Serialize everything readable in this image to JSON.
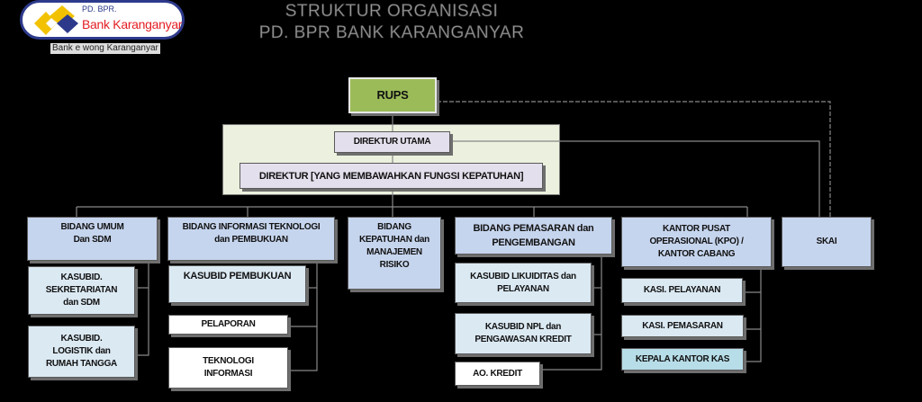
{
  "logo": {
    "line1": "PD. BPR.",
    "line2": "Bank Karanganyar",
    "tagline": "Bank e wong Karanganyar"
  },
  "title": {
    "line1": "STRUKTUR ORGANISASI",
    "line2": "PD. BPR BANK KARANGANYAR"
  },
  "top": {
    "rups": "RUPS",
    "direktur_utama": "DIREKTUR UTAMA",
    "direktur": "DIREKTUR [YANG MEMBAWAHKAN FUNGSI KEPATUHAN]"
  },
  "divisions": {
    "umum": {
      "title": "BIDANG UMUM\nDan SDM",
      "subs": [
        "KASUBID.\nSEKRETARIATAN\ndan SDM",
        "KASUBID.\nLOGISTIK dan\nRUMAH TANGGA"
      ]
    },
    "it": {
      "title": "BIDANG INFORMASI TEKNOLOGI\ndan PEMBUKUAN",
      "subs": [
        "KASUBID  PEMBUKUAN",
        "PELAPORAN",
        "TEKNOLOGI\nINFORMASI"
      ]
    },
    "kepatuhan": {
      "title": "BIDANG\nKEPATUHAN dan\nMANAJEMEN\nRISIKO"
    },
    "pemasaran": {
      "title": "BIDANG PEMASARAN dan\nPENGEMBANGAN",
      "subs": [
        "KASUBID  LIKUIDITAS dan\nPELAYANAN",
        "KASUBID NPL dan\nPENGAWASAN KREDIT",
        "AO. KREDIT"
      ]
    },
    "kpo": {
      "title": "KANTOR PUSAT\nOPERASIONAL (KPO) /\nKANTOR CABANG",
      "subs": [
        "KASI. PELAYANAN",
        "KASI. PEMASARAN",
        "KEPALA KANTOR KAS"
      ]
    },
    "skai": {
      "title": "SKAI"
    }
  },
  "colors": {
    "rups": "#9bbb59",
    "panel": "#ebf1de",
    "director": "#e4dfec",
    "division": "#c6d5ee",
    "sub": "#dbe9f3",
    "kas": "#b7dde8"
  }
}
